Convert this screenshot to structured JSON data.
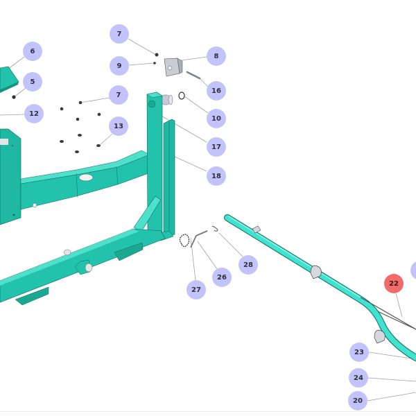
{
  "diagram": {
    "type": "exploded-parts-view",
    "colors": {
      "part_primary": "#23c2ad",
      "part_dark": "#11957f",
      "part_light": "#4fe0cc",
      "tube": "#3fe3d0",
      "hardware": "#b9bcc4",
      "badge": "#c3c3fb",
      "badge_active": "#f26b6b",
      "leader": "#9a9a9a"
    },
    "callouts": [
      {
        "id": "c7a",
        "label": "7",
        "active": false
      },
      {
        "id": "c6",
        "label": "6",
        "active": false
      },
      {
        "id": "c8",
        "label": "8",
        "active": false
      },
      {
        "id": "c9",
        "label": "9",
        "active": false
      },
      {
        "id": "c5",
        "label": "5",
        "active": false
      },
      {
        "id": "c16",
        "label": "16",
        "active": false
      },
      {
        "id": "c7b",
        "label": "7",
        "active": false
      },
      {
        "id": "c10",
        "label": "10",
        "active": false
      },
      {
        "id": "c12",
        "label": "12",
        "active": false
      },
      {
        "id": "c13",
        "label": "13",
        "active": false
      },
      {
        "id": "c17",
        "label": "17",
        "active": false
      },
      {
        "id": "c18",
        "label": "18",
        "active": false
      },
      {
        "id": "c28",
        "label": "28",
        "active": false
      },
      {
        "id": "c26",
        "label": "26",
        "active": false
      },
      {
        "id": "c27",
        "label": "27",
        "active": false
      },
      {
        "id": "c22",
        "label": "22",
        "active": true
      },
      {
        "id": "c23",
        "label": "23",
        "active": false
      },
      {
        "id": "c24",
        "label": "24",
        "active": false
      },
      {
        "id": "c20",
        "label": "20",
        "active": false
      }
    ]
  }
}
